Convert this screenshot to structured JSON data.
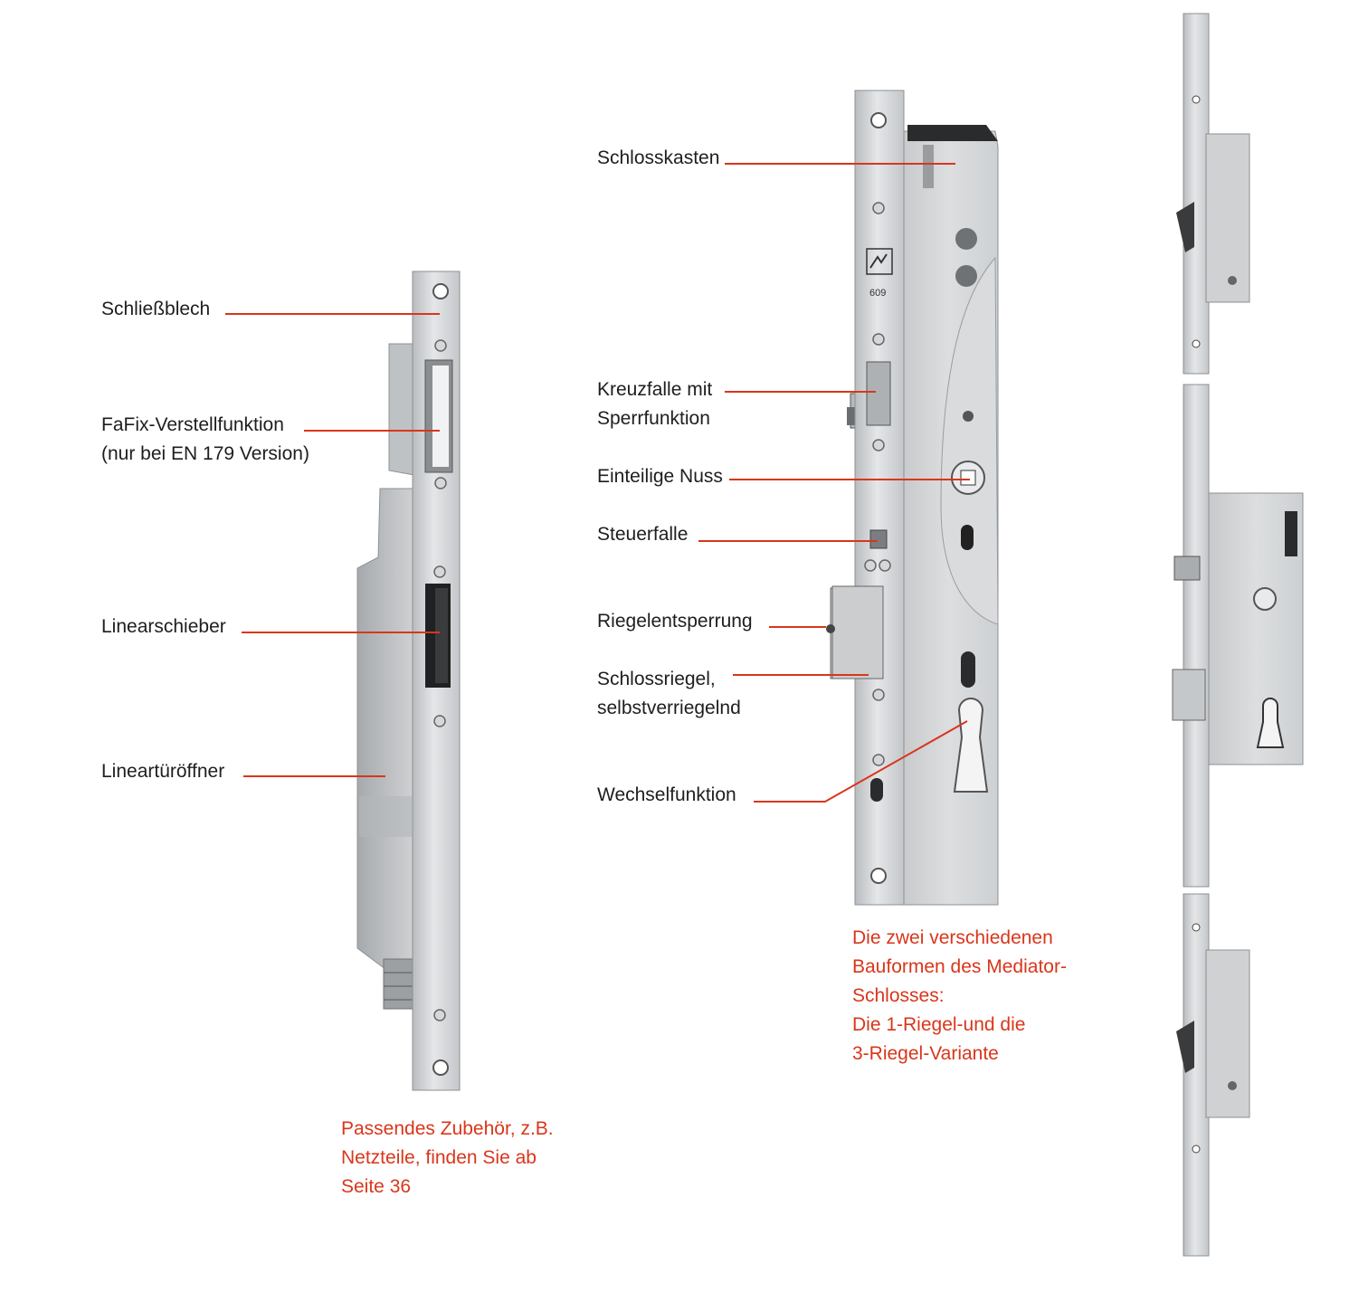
{
  "strike_labels": {
    "schliessblech": "Schließblech",
    "fafix_line1": "FaFix-Verstellfunktion",
    "fafix_line2": "(nur bei EN 179 Version)",
    "linearschieber": "Linearschieber",
    "lineartueroeffner": "Lineartüröffner"
  },
  "strike_note": {
    "line1": "Passendes Zubehör, z.B.",
    "line2": "Netzteile, finden Sie ab",
    "line3": "Seite 36"
  },
  "lock_labels": {
    "schlosskasten": "Schlosskasten",
    "kreuzfalle_line1": "Kreuzfalle mit",
    "kreuzfalle_line2": "Sperrfunktion",
    "nuss": "Einteilige Nuss",
    "steuerfalle": "Steuerfalle",
    "riegelentsperrung": "Riegelentsperrung",
    "schlossriegel_line1": "Schlossriegel,",
    "schlossriegel_line2": "selbstverriegelnd",
    "wechselfunktion": "Wechselfunktion"
  },
  "lock_stamp": "609",
  "lock_note": {
    "line1": "Die zwei verschiedenen",
    "line2": "Bauformen des Mediator-",
    "line3": "Schlosses:",
    "line4": "Die 1-Riegel-und die",
    "line5": "3-Riegel-Variante"
  },
  "colors": {
    "leader_red": "#d9361b",
    "note_red": "#d9361b",
    "text": "#1e1e1e"
  }
}
